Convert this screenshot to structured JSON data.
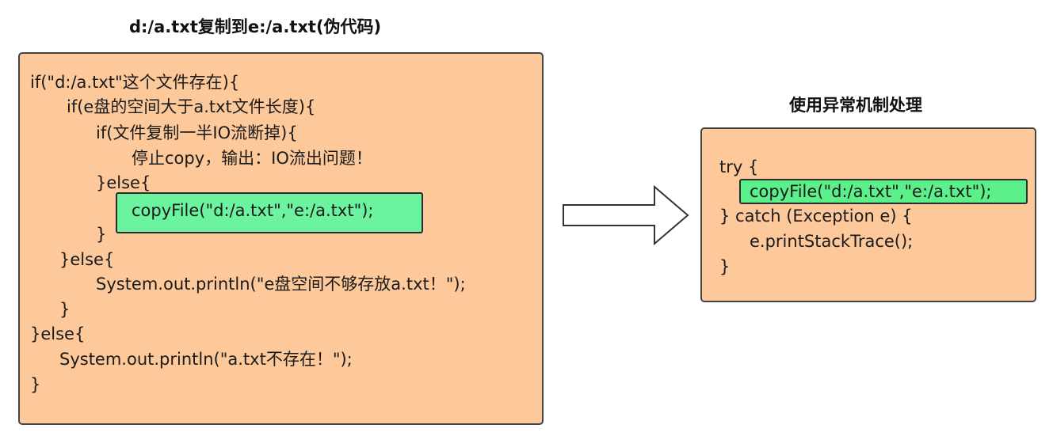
{
  "left": {
    "title": "d:/a.txt复制到e:/a.txt(伪代码)",
    "lines": [
      "if(\"d:/a.txt\"这个文件存在){",
      "if(e盘的空间大于a.txt文件长度){",
      "if(文件复制一半IO流断掉){",
      "停止copy，输出：IO流出问题！",
      "}else{",
      "copyFile(\"d:/a.txt\",\"e:/a.txt\");",
      "}",
      "}else{",
      "System.out.println(\"e盘空间不够存放a.txt！\");",
      "}",
      "}else{",
      "System.out.println(\"a.txt不存在！\");",
      "}"
    ]
  },
  "right": {
    "title": "使用异常机制处理",
    "lines": [
      "try {",
      "copyFile(\"d:/a.txt\",\"e:/a.txt\");",
      "} catch (Exception e) {",
      "e.printStackTrace();",
      "}"
    ]
  },
  "colors": {
    "panel": "#fdc99a",
    "highlight_left": "#6cf3a0",
    "highlight_right": "#5bf08a",
    "border": "#444444"
  }
}
